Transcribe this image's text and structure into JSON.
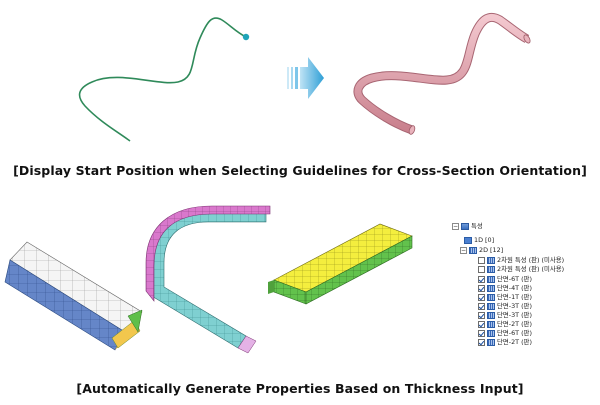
{
  "captions": {
    "top": "[Display Start Position when Selecting Guidelines for Cross-Section Orientation]",
    "bottom": "[Automatically Generate Properties Based on Thickness Input]"
  },
  "icons": {
    "arrow": "right-arrow-icon",
    "guideline_start_marker": "start-point-icon"
  },
  "colors": {
    "guideline": "#2f8a5a",
    "start_marker": "#1fa4b8",
    "pipe": "#e3a6b0",
    "arrow": "#2e9fd6",
    "mesh_blue": "#5b7fc4",
    "mesh_white": "#f2f2f2",
    "mesh_teal": "#7ecfd0",
    "mesh_magenta": "#d772c9",
    "mesh_yellow": "#f4ee3e",
    "mesh_green": "#5fbf4a"
  },
  "tree": {
    "root": "특성",
    "items": [
      {
        "label": "1D [0]",
        "checked": false,
        "type": "node"
      },
      {
        "label": "2D [12]",
        "checked": false,
        "type": "folder"
      },
      {
        "label": "2차원 특성 (판) (미사용)",
        "checked": false,
        "type": "leaf"
      },
      {
        "label": "2차원 특성 (판) (미사용)",
        "checked": false,
        "type": "leaf"
      },
      {
        "label": "단면-6T (판)",
        "checked": true,
        "type": "leaf"
      },
      {
        "label": "단면-4T (판)",
        "checked": true,
        "type": "leaf"
      },
      {
        "label": "단면-1T (판)",
        "checked": true,
        "type": "leaf"
      },
      {
        "label": "단면-3T (판)",
        "checked": true,
        "type": "leaf"
      },
      {
        "label": "단면-3T (판)",
        "checked": true,
        "type": "leaf"
      },
      {
        "label": "단면-2T (판)",
        "checked": true,
        "type": "leaf"
      },
      {
        "label": "단면-6T (판)",
        "checked": true,
        "type": "leaf"
      },
      {
        "label": "단면-2T (판)",
        "checked": true,
        "type": "leaf"
      }
    ]
  }
}
